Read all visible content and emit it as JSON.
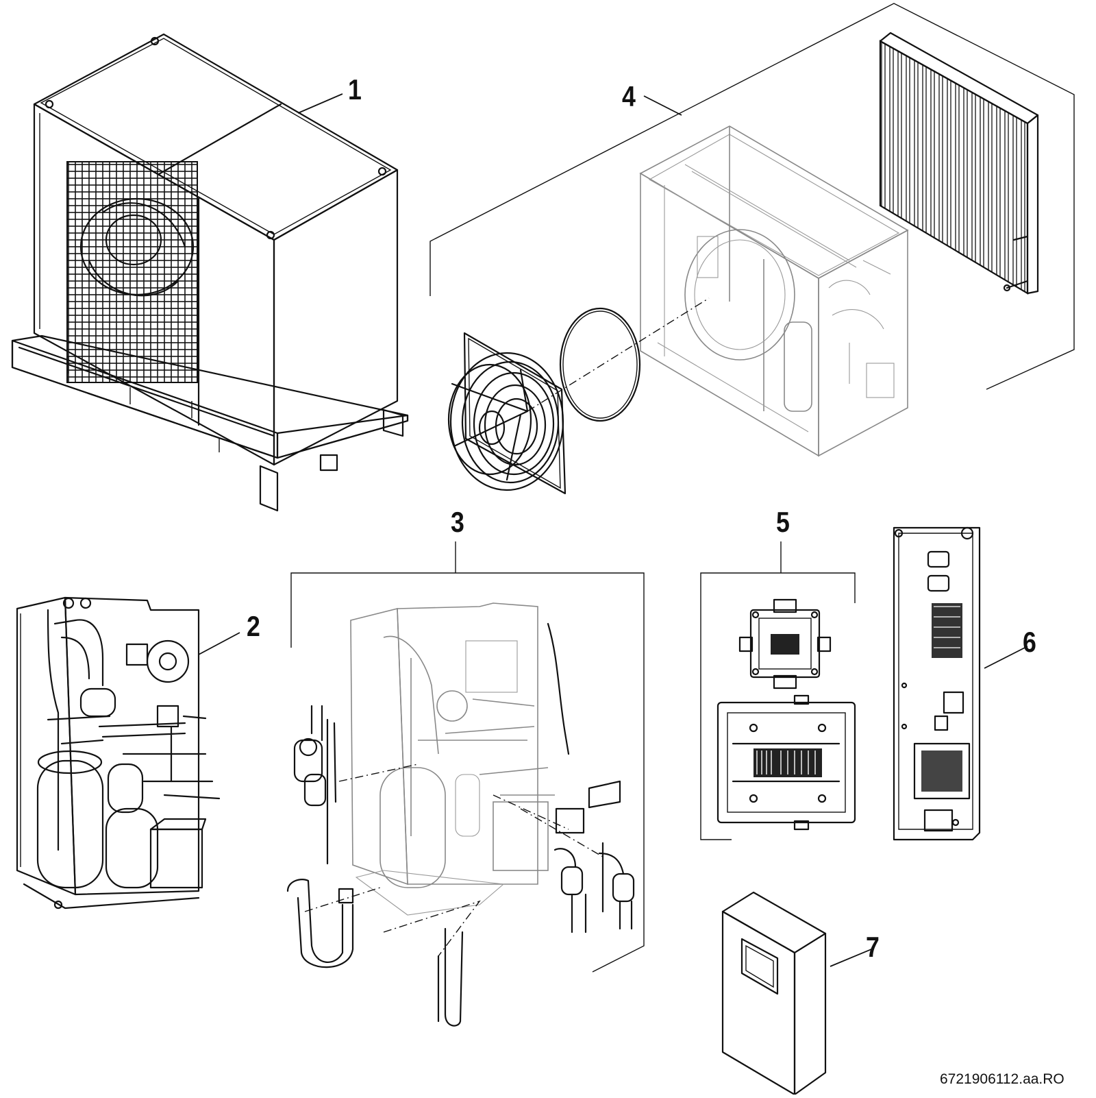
{
  "figure": {
    "callouts": [
      "1",
      "2",
      "3",
      "4",
      "5",
      "6",
      "7"
    ],
    "document_id": "6721906112.aa.RO"
  },
  "colors": {
    "line": "#111111",
    "faded_line": "#888888",
    "background": "#ffffff"
  }
}
